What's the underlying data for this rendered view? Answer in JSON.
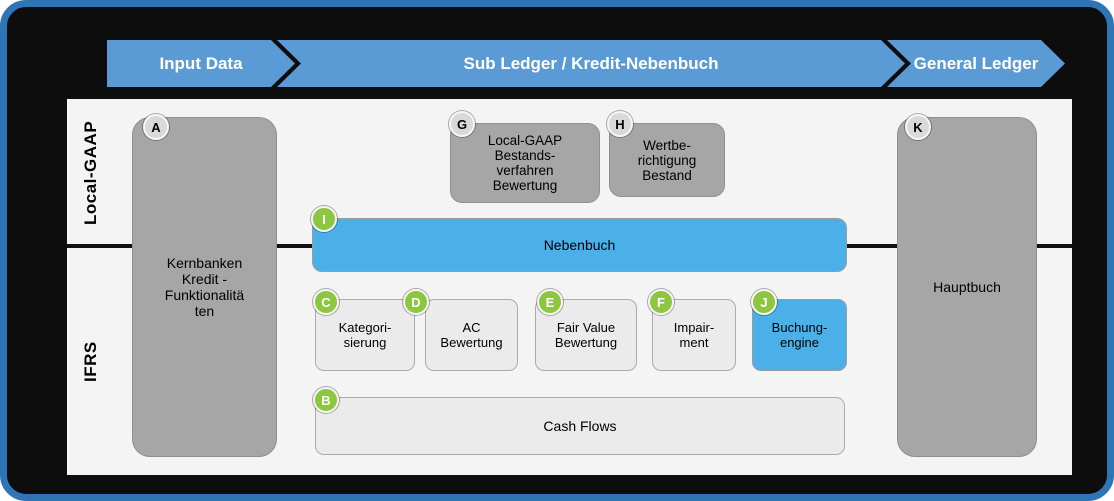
{
  "arrows": {
    "input": "Input Data",
    "sub_ledger": "Sub Ledger / Kredit-Nebenbuch",
    "general_ledger": "General Ledger"
  },
  "row_labels": {
    "top": "Local-GAAP",
    "bottom": "IFRS"
  },
  "boxes": {
    "kernbanken": {
      "badge": "A",
      "label": "Kernbanken\nKredit -\nFunktionalitä\nten"
    },
    "cash_flows": {
      "badge": "B",
      "label": "Cash Flows"
    },
    "kategorisierung": {
      "badge": "C",
      "label": "Kategori-\nsierung"
    },
    "ac_bewertung": {
      "badge": "D",
      "label": "AC\nBewertung"
    },
    "fair_value": {
      "badge": "E",
      "label": "Fair Value\nBewertung"
    },
    "impairment": {
      "badge": "F",
      "label": "Impair-\nment"
    },
    "local_gaap_bestand": {
      "badge": "G",
      "label": "Local-GAAP\nBestands-\nverfahren\nBewertung"
    },
    "wertberichtigung": {
      "badge": "H",
      "label": "Wertbe-\nrichtigung\nBestand"
    },
    "nebenbuch": {
      "badge": "I",
      "label": "Nebenbuch"
    },
    "buchungsengine": {
      "badge": "J",
      "label": "Buchung-\nengine"
    },
    "hauptbuch": {
      "badge": "K",
      "label": "Hauptbuch"
    }
  },
  "colors": {
    "canvas_background": "#0d0d0d",
    "canvas_border": "#2e75b6",
    "panel_background": "#f4f4f4",
    "arrow_blue": "#5b9bd5",
    "gray_box": "#a6a6a6",
    "light_box": "#ebebeb",
    "blue_box": "#4cb0e8",
    "green_badge": "#8dc63f",
    "gray_badge": "#d9d9d9"
  }
}
